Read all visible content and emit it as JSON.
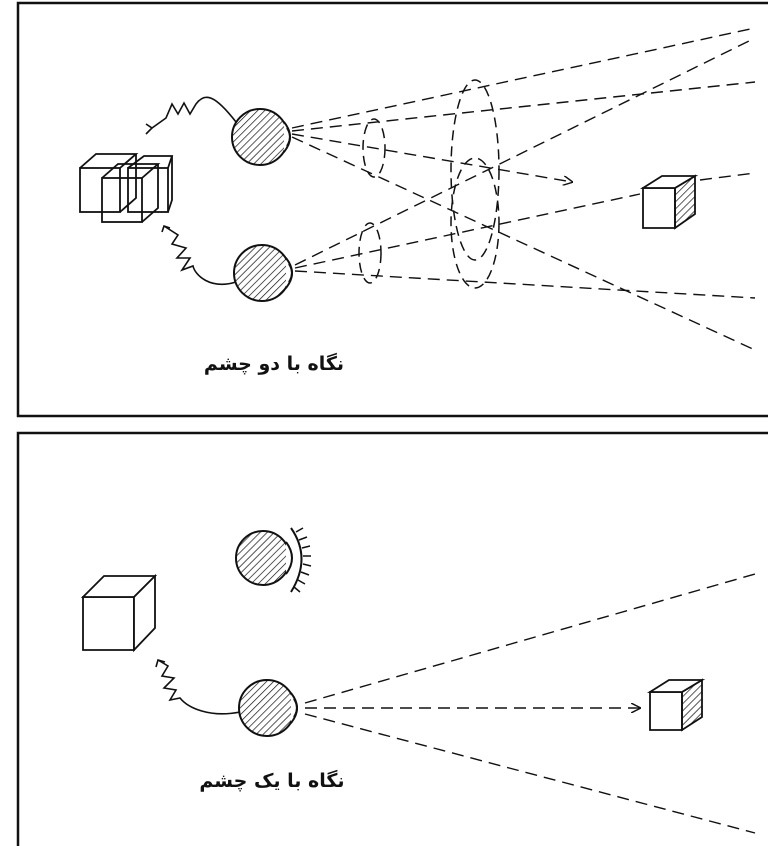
{
  "panels": [
    {
      "id": "binocular",
      "caption": "نگاه با دو چشم"
    },
    {
      "id": "monocular",
      "caption": "نگاه با یک چشم"
    }
  ],
  "colors": {
    "ink": "#111111",
    "paper": "#ffffff"
  }
}
